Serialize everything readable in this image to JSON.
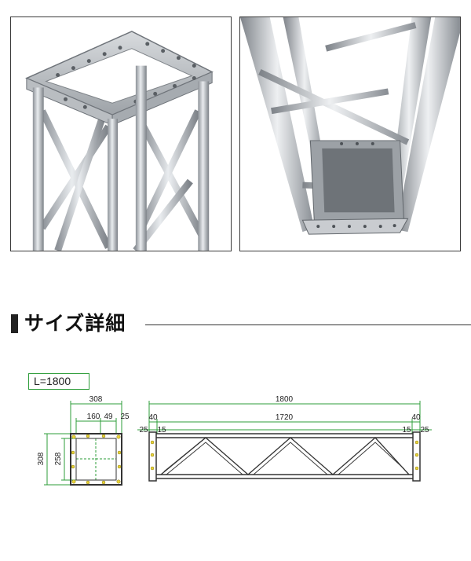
{
  "photos": {
    "left": {
      "icon": "truss-top-photo"
    },
    "right": {
      "icon": "truss-end-photo"
    }
  },
  "section": {
    "title": "サイズ詳細"
  },
  "length_label": "L=1800",
  "cross_section": {
    "width_top": "308",
    "inner_a": "160",
    "inner_b": "49",
    "inner_c": "25",
    "height_outer": "308",
    "height_inner": "258"
  },
  "side_view": {
    "total": "1800",
    "left_end": "40",
    "span": "1720",
    "right_end": "40",
    "left_edge": "25",
    "left_inner": "15",
    "right_inner": "15",
    "right_edge": "25"
  },
  "colors": {
    "dimension_line": "#2e9d3a",
    "bolt": "#e8d33a",
    "frame": "#333333"
  }
}
